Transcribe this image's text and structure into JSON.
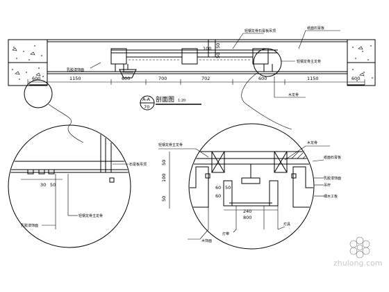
{
  "section_mark": {
    "letters": "A-A",
    "sheet": "70",
    "title": "剖面图",
    "scale": "1:20"
  },
  "top_section": {
    "dims_bottom": [
      "600",
      "1150",
      "600",
      "700",
      "702",
      "600",
      "1150",
      "600"
    ],
    "dims_vertical": [
      "100",
      "50",
      "50"
    ],
    "labels": [
      "轻钢龙骨石膏板吊顶",
      "纸面石膏板",
      "轻钢龙骨主龙骨",
      "木龙骨",
      "乳胶漆饰面"
    ]
  },
  "detail_left": {
    "dims": [
      "30",
      "50"
    ],
    "labels": [
      "石膏板吊顶",
      "轻钢龙骨主龙骨",
      "乳胶漆饰面"
    ]
  },
  "detail_right": {
    "dims_left": [
      "50",
      "100",
      "50"
    ],
    "dims_inner": [
      "60",
      "50",
      "60"
    ],
    "dims_bottom": [
      "240",
      "800"
    ],
    "labels": [
      "轻钢龙骨主龙骨",
      "木龙骨",
      "纸面石膏板",
      "乳胶漆饰面",
      "吊杆",
      "细木工板",
      "木饰面",
      "灯带",
      "灯具"
    ]
  },
  "watermark": "zhulong.com"
}
